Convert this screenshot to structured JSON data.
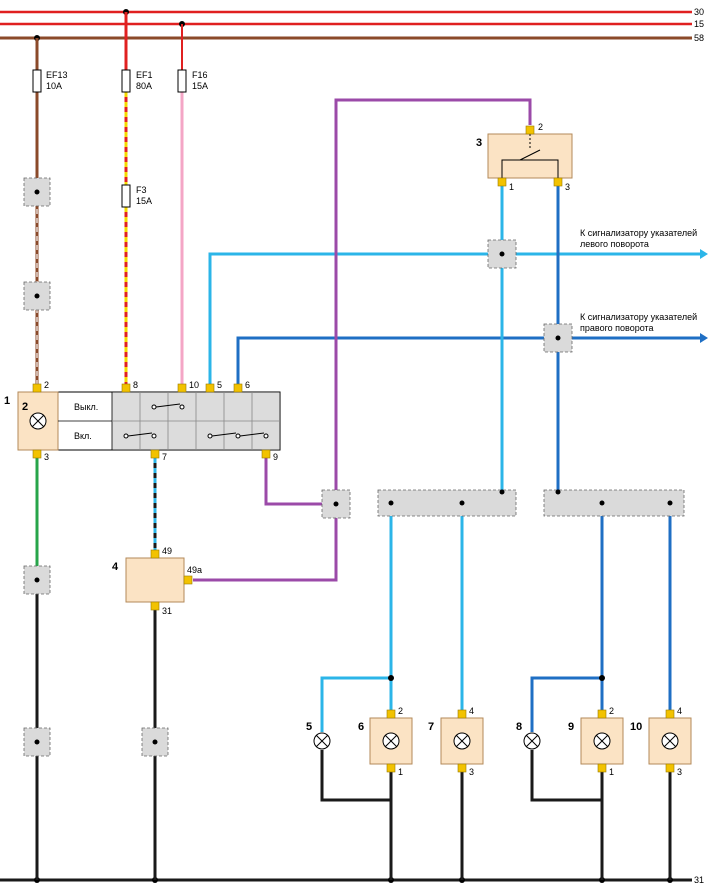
{
  "buses": [
    {
      "label": "30",
      "color": "#e02020"
    },
    {
      "label": "15",
      "color": "#e02020"
    },
    {
      "label": "58",
      "color": "#8b4a2a"
    },
    {
      "label": "31",
      "color": "#1a1a1a"
    }
  ],
  "fuses": [
    {
      "name": "EF13",
      "rating": "10A"
    },
    {
      "name": "EF1",
      "rating": "80A"
    },
    {
      "name": "F16",
      "rating": "15A"
    },
    {
      "name": "F3",
      "rating": "15A"
    }
  ],
  "switch": {
    "number": "1",
    "lamp_number": "2",
    "row_off": "Выкл.",
    "row_on": "Вкл.",
    "pins_top": [
      "2",
      "8",
      "10",
      "5",
      "6"
    ],
    "pins_bottom": [
      "3",
      "7",
      "9"
    ]
  },
  "relay3": {
    "number": "3",
    "pins": [
      "2",
      "1",
      "3"
    ]
  },
  "flasher4": {
    "number": "4",
    "pins": [
      "49",
      "49a",
      "31"
    ]
  },
  "notes": {
    "left_line1": "К сигнализатору указателей",
    "left_line2": "левого поворота",
    "right_line1": "К сигнализатору указателей",
    "right_line2": "правого поворота"
  },
  "lamps": [
    {
      "number": "5"
    },
    {
      "number": "6",
      "pin_top": "2",
      "pin_bottom": "1"
    },
    {
      "number": "7",
      "pin_top": "4",
      "pin_bottom": "3"
    },
    {
      "number": "8"
    },
    {
      "number": "9",
      "pin_top": "2",
      "pin_bottom": "1"
    },
    {
      "number": "10",
      "pin_top": "4",
      "pin_bottom": "3"
    }
  ],
  "colors": {
    "red": "#e02020",
    "brown": "#8b4a2a",
    "pink": "#f4a6c6",
    "yellow": "#f5d800",
    "light_blue": "#2bb5e8",
    "blue": "#1f6fc4",
    "purple": "#9b4aa8",
    "green": "#27a54a",
    "black": "#1a1a1a"
  }
}
